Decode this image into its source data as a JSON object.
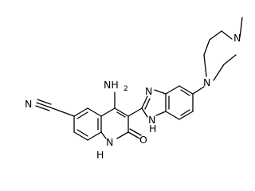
{
  "molecule": {
    "atoms": {
      "nitrile_n": "N",
      "amine": "NH",
      "amine_sub": "2",
      "imidazole_n": "N",
      "imidazole_nh": "N",
      "imidazole_h": "H",
      "piperazine_n1": "N",
      "piperazine_n2": "N",
      "carbonyl_o": "O",
      "lactam_n": "N",
      "lactam_h": "H"
    }
  },
  "colors": {
    "bond": "#000000",
    "text": "#000000",
    "background": "#ffffff"
  }
}
